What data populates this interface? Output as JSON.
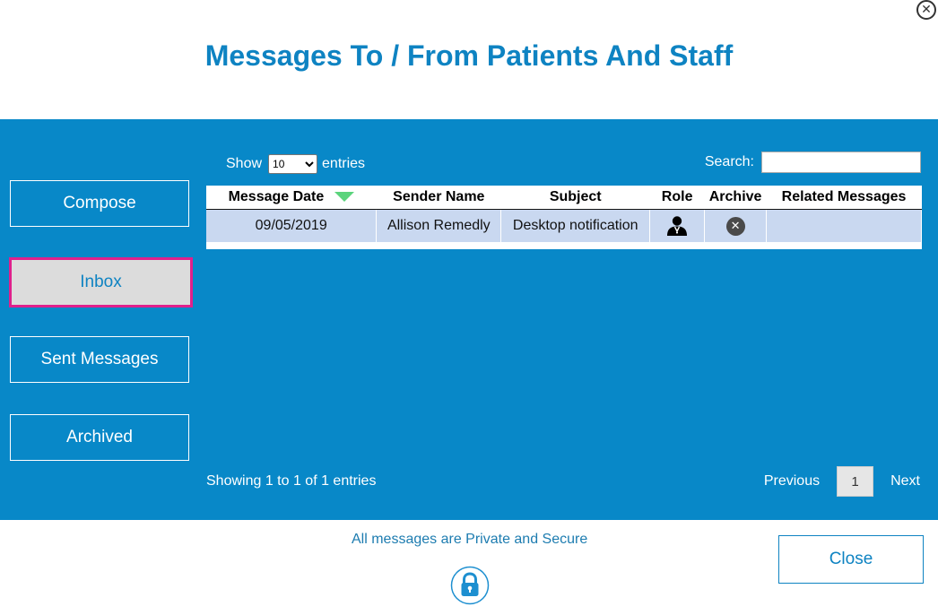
{
  "window": {
    "close_icon": "close-circle-icon"
  },
  "title": "Messages To / From Patients And Staff",
  "sidebar": {
    "items": [
      {
        "label": "Compose",
        "active": false
      },
      {
        "label": "Inbox",
        "active": true
      },
      {
        "label": "Sent Messages",
        "active": false
      },
      {
        "label": "Archived",
        "active": false
      }
    ]
  },
  "controls": {
    "show_label": "Show",
    "entries_value": "10",
    "entries_label": "entries",
    "search_label": "Search:",
    "search_value": ""
  },
  "table": {
    "columns": [
      "Message Date",
      "Sender Name",
      "Subject",
      "Role",
      "Archive",
      "Related Messages"
    ],
    "sort_icon": "sort-desc-icon",
    "rows": [
      {
        "date": "09/05/2019",
        "sender": "Allison Remedly",
        "subject": "Desktop notification",
        "role_icon": "doctor-user-icon",
        "archive_icon": "archive-x-icon",
        "related": ""
      }
    ]
  },
  "footer_info": {
    "showing": "Showing 1 to 1 of 1 entries",
    "previous": "Previous",
    "page": "1",
    "next": "Next"
  },
  "bottom": {
    "secure_text": "All messages are Private and Secure",
    "lock_icon": "lock-icon",
    "close_label": "Close"
  },
  "colors": {
    "panel": "#0888c8",
    "accent": "#0e83c2",
    "active_border": "#e0208c",
    "row_bg": "#c9d8f0",
    "sort_indicator": "#5bd47c"
  }
}
